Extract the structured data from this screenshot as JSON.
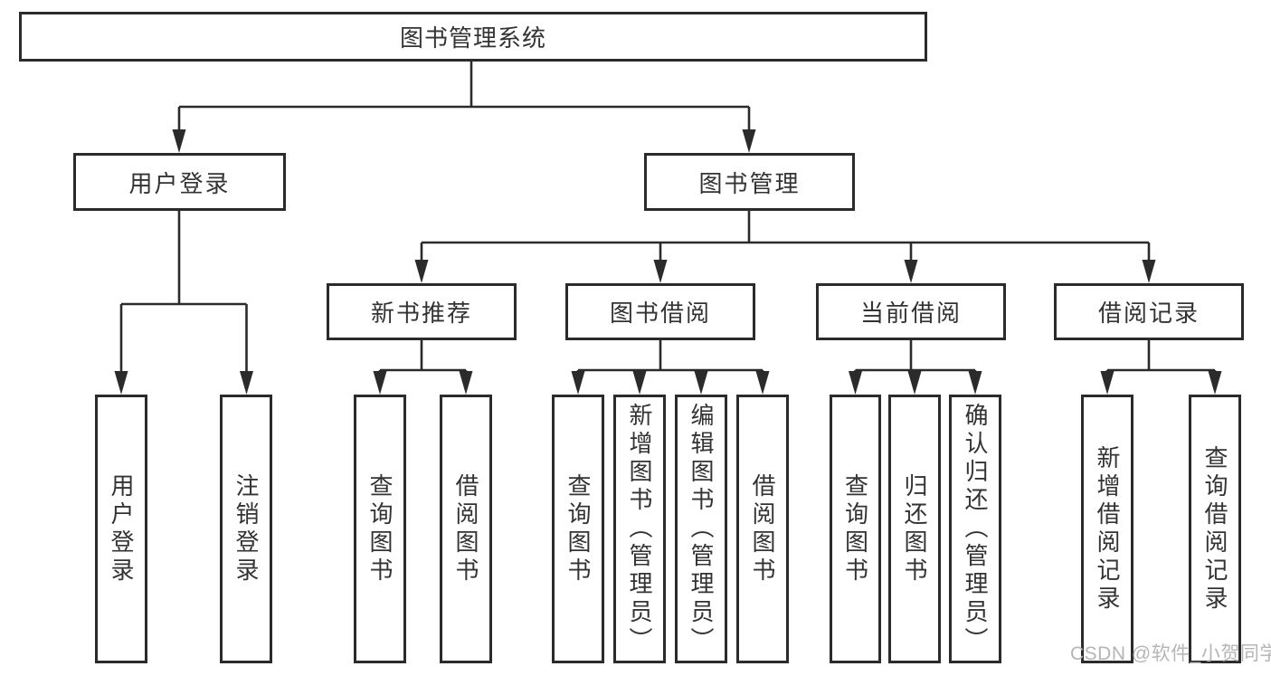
{
  "diagram": {
    "root": "图书管理系统",
    "level2": {
      "user_login": "用户登录",
      "book_management": "图书管理"
    },
    "level3": {
      "new_book_recommend": "新书推荐",
      "book_borrow": "图书借阅",
      "current_borrow": "当前借阅",
      "borrow_records": "借阅记录"
    },
    "leaves": {
      "login": [
        "用户登录",
        "注销登录"
      ],
      "recommend": [
        "查询图书",
        "借阅图书"
      ],
      "borrow": [
        "查询图书",
        "新增图书（管理员）",
        "编辑图书（管理员）",
        "借阅图书"
      ],
      "current": [
        "查询图书",
        "归还图书",
        "确认归还（管理员）"
      ],
      "records": [
        "新增借阅记录",
        "查询借阅记录"
      ]
    }
  },
  "watermark": "CSDN @软件_小贺同学",
  "colors": {
    "line": "#2b2b2b",
    "box_border": "#2b2b2b",
    "text": "#333333",
    "watermark": "#b5b5b5",
    "background": "#ffffff"
  }
}
